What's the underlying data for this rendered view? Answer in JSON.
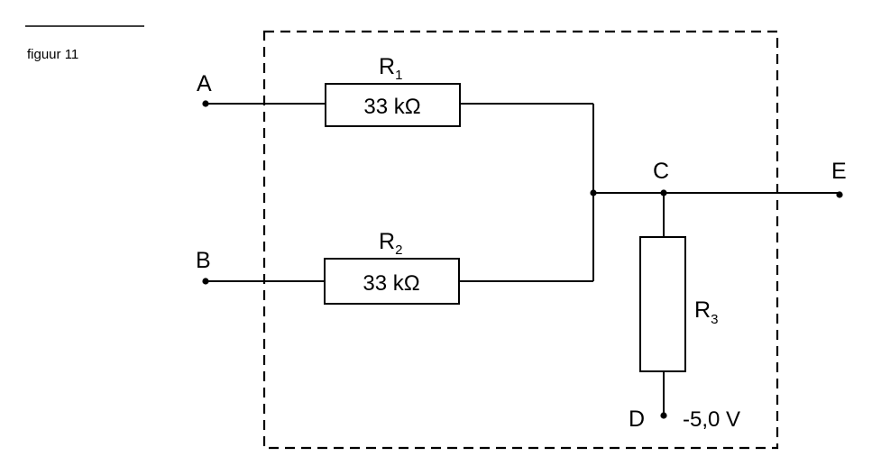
{
  "figure_label": "figuur 11",
  "nodes": {
    "A": "A",
    "B": "B",
    "C": "C",
    "D": "D",
    "E": "E"
  },
  "resistors": [
    {
      "name_main": "R",
      "name_sub": "1",
      "value": "33 kΩ"
    },
    {
      "name_main": "R",
      "name_sub": "2",
      "value": "33 kΩ"
    },
    {
      "name_main": "R",
      "name_sub": "3",
      "value": ""
    }
  ],
  "supply_voltage": "-5,0 V"
}
